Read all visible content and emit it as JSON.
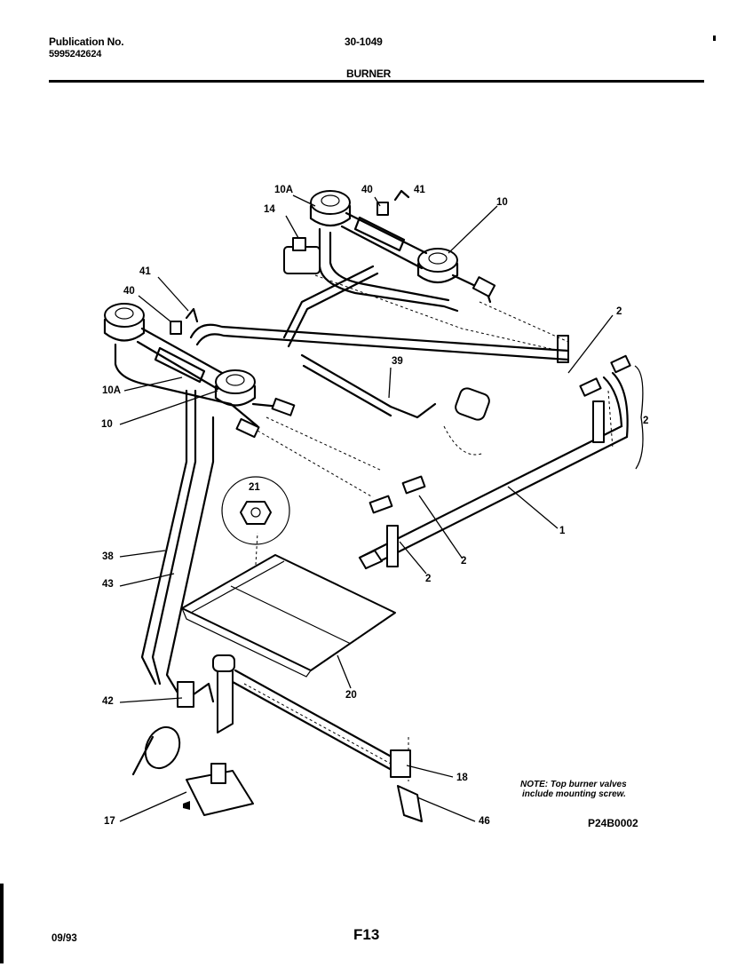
{
  "header": {
    "publication_label": "Publication No.",
    "publication_number": "5995242624",
    "model": "30-1049",
    "section": "BURNER"
  },
  "callouts": {
    "c10A_top": "10A",
    "c40_top": "40",
    "c41_top": "41",
    "c10_top": "10",
    "c14": "14",
    "c41_left": "41",
    "c40_left": "40",
    "c2_right_top": "2",
    "c39": "39",
    "c10A_left": "10A",
    "c10_left": "10",
    "c2_right_side": "2",
    "c1": "1",
    "c21": "21",
    "c2_mid": "2",
    "c2_low": "2",
    "c38": "38",
    "c43": "43",
    "c20": "20",
    "c42": "42",
    "c18": "18",
    "c17": "17",
    "c46": "46"
  },
  "note": {
    "line1": "NOTE: Top burner valves",
    "line2": "include mounting screw."
  },
  "drawing_code": "P24B0002",
  "footer": {
    "date": "09/93",
    "page": "F13"
  }
}
